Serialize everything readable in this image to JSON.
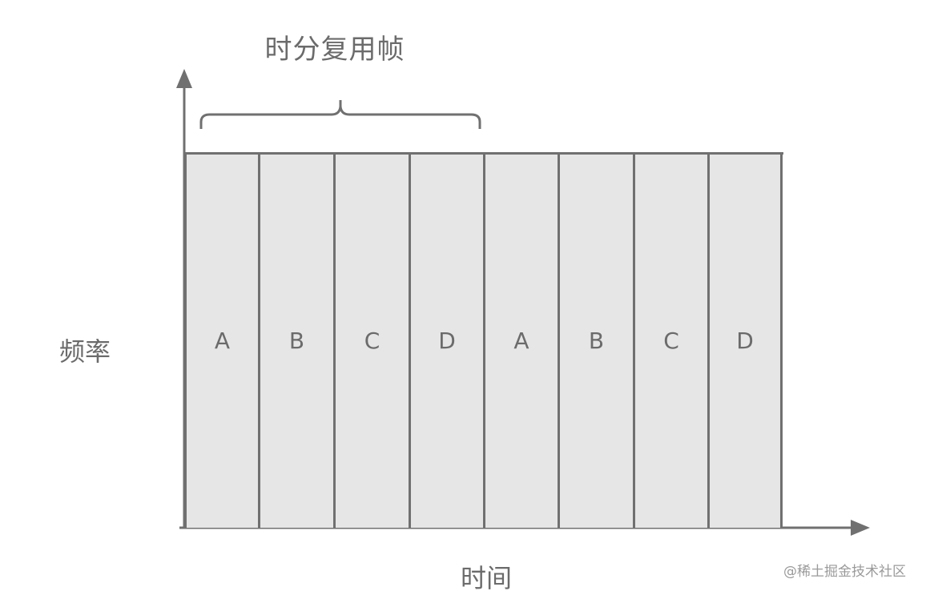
{
  "title": "时分复用帧",
  "y_axis_label": "频率",
  "x_axis_label": "时间",
  "watermark": "@稀土掘金技术社区",
  "slots": [
    {
      "label": "A",
      "width": 92
    },
    {
      "label": "B",
      "width": 94
    },
    {
      "label": "C",
      "width": 94
    },
    {
      "label": "D",
      "width": 93
    },
    {
      "label": "A",
      "width": 93
    },
    {
      "label": "B",
      "width": 94
    },
    {
      "label": "C",
      "width": 93
    },
    {
      "label": "D",
      "width": 94
    }
  ],
  "frame_bracket_spans_slots": 4,
  "colors": {
    "axis": "#707070",
    "cell_fill": "#e6e6e6",
    "text": "#6b6b6b"
  }
}
